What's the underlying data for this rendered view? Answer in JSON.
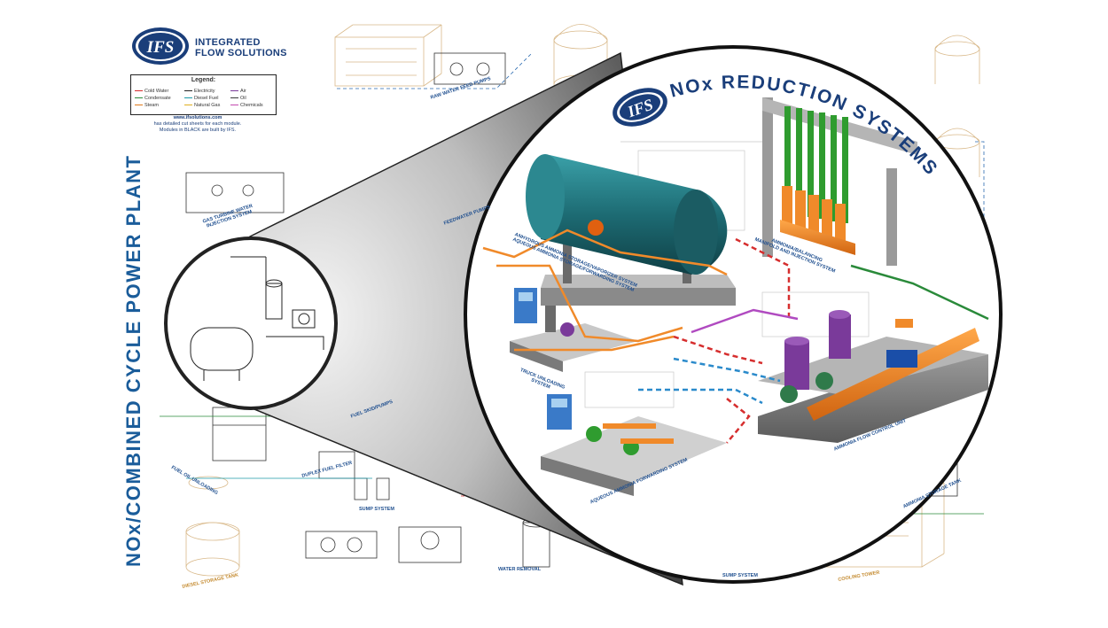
{
  "brand": {
    "logo_text": "IFS",
    "company_line1": "INTEGRATED",
    "company_line2": "FLOW SOLUTIONS"
  },
  "legend": {
    "title": "Legend:",
    "items": [
      {
        "label": "Cold Water",
        "color": "#d62e2e"
      },
      {
        "label": "Condensate",
        "color": "#2a8a3a"
      },
      {
        "label": "Steam",
        "color": "#e07a1a"
      },
      {
        "label": "Electricity",
        "color": "#222222"
      },
      {
        "label": "Diesel Fuel",
        "color": "#1b9aa8"
      },
      {
        "label": "Natural Gas",
        "color": "#e0b020"
      },
      {
        "label": "Air",
        "color": "#7a3a9a"
      },
      {
        "label": "Oil",
        "color": "#3a3a3a"
      },
      {
        "label": "Chemicals",
        "color": "#c44ab0"
      }
    ]
  },
  "note": {
    "url": "www.ifsolutions.com",
    "line1": "has detailed cut sheets for each module.",
    "line2": "Modules in BLACK are built by IFS."
  },
  "side_title": "NOx/COMBINED CYCLE POWER PLANT",
  "inset": {
    "logo_text": "IFS",
    "title": "NOx REDUCTION SYSTEMS"
  },
  "modules_inset": [
    {
      "key": "storage",
      "text": "ANHYDROUS AMMONIA STORAGE/VAPORIZER SYSTEM\nAQUEOUS AMMONIA STORAGE/FORWARDING SYSTEM"
    },
    {
      "key": "injection",
      "text": "AMMONIA/BALANCING\nMANIFOLD AND INJECTION SYSTEM"
    },
    {
      "key": "truck",
      "text": "TRUCK UNLOADING\nSYSTEM"
    },
    {
      "key": "forwarding",
      "text": "AQUEOUS AMMONIA FORWARDING SYSTEM"
    },
    {
      "key": "flow",
      "text": "AMMONIA FLOW CONTROL UNIT"
    }
  ],
  "modules_plant": [
    {
      "key": "raw-water",
      "text": "RAW WATER FEED PUMPS"
    },
    {
      "key": "gas-turbine",
      "text": "GAS TURBINE WATER\nINJECTION SYSTEM"
    },
    {
      "key": "feedwater",
      "text": "FEEDWATER PUMPS"
    },
    {
      "key": "fuel-skid",
      "text": "FUEL SKID/PUMPS"
    },
    {
      "key": "fuel-oil",
      "text": "FUEL OIL UNLOADING"
    },
    {
      "key": "sump",
      "text": "SUMP SYSTEM"
    },
    {
      "key": "diesel",
      "text": "DIESEL STORAGE TANK"
    },
    {
      "key": "duplex",
      "text": "DUPLEX FUEL FILTER"
    },
    {
      "key": "water-removal",
      "text": "WATER REMOVAL"
    },
    {
      "key": "sump2",
      "text": "SUMP SYSTEM"
    },
    {
      "key": "ammonia-tank",
      "text": "AMMONIA STORAGE TANK"
    },
    {
      "key": "cooling",
      "text": "COOLING TOWER"
    }
  ]
}
